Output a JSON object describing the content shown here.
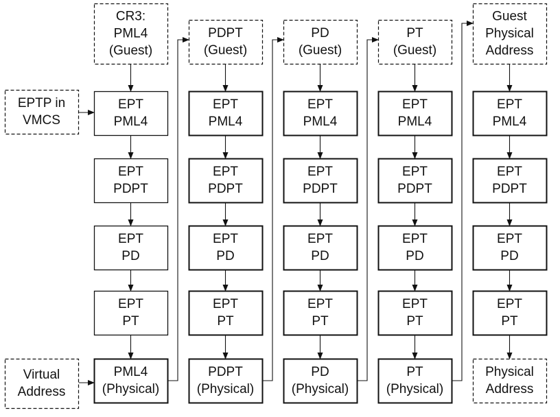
{
  "diagram": {
    "columns": [
      {
        "top": [
          "CR3:",
          "PML4",
          "(Guest)"
        ],
        "top_style": "dashed",
        "boxes": [
          [
            "EPT",
            "PML4"
          ],
          [
            "EPT",
            "PDPT"
          ],
          [
            "EPT",
            "PD"
          ],
          [
            "EPT",
            "PT"
          ]
        ],
        "bottom": [
          "PML4",
          "(Physical)"
        ],
        "bottom_style": "solid"
      },
      {
        "top": [
          "PDPT",
          "(Guest)"
        ],
        "top_style": "dashed",
        "boxes": [
          [
            "EPT",
            "PML4"
          ],
          [
            "EPT",
            "PDPT"
          ],
          [
            "EPT",
            "PD"
          ],
          [
            "EPT",
            "PT"
          ]
        ],
        "bottom": [
          "PDPT",
          "(Physical)"
        ],
        "bottom_style": "solid"
      },
      {
        "top": [
          "PD",
          "(Guest)"
        ],
        "top_style": "dashed",
        "boxes": [
          [
            "EPT",
            "PML4"
          ],
          [
            "EPT",
            "PDPT"
          ],
          [
            "EPT",
            "PD"
          ],
          [
            "EPT",
            "PT"
          ]
        ],
        "bottom": [
          "PD",
          "(Physical)"
        ],
        "bottom_style": "solid"
      },
      {
        "top": [
          "PT",
          "(Guest)"
        ],
        "top_style": "dashed",
        "boxes": [
          [
            "EPT",
            "PML4"
          ],
          [
            "EPT",
            "PDPT"
          ],
          [
            "EPT",
            "PD"
          ],
          [
            "EPT",
            "PT"
          ]
        ],
        "bottom": [
          "PT",
          "(Physical)"
        ],
        "bottom_style": "solid"
      },
      {
        "top": [
          "Guest",
          "Physical",
          "Address"
        ],
        "top_style": "dashed",
        "boxes": [
          [
            "EPT",
            "PML4"
          ],
          [
            "EPT",
            "PDPT"
          ],
          [
            "EPT",
            "PD"
          ],
          [
            "EPT",
            "PT"
          ]
        ],
        "bottom": [
          "Physical",
          "Address"
        ],
        "bottom_style": "dashed"
      }
    ],
    "inputs": {
      "eptp": [
        "EPTP in",
        "VMCS"
      ],
      "virtual_address": [
        "Virtual",
        "Address"
      ]
    },
    "colors": {
      "stroke": "#111111",
      "background": "#ffffff"
    }
  }
}
